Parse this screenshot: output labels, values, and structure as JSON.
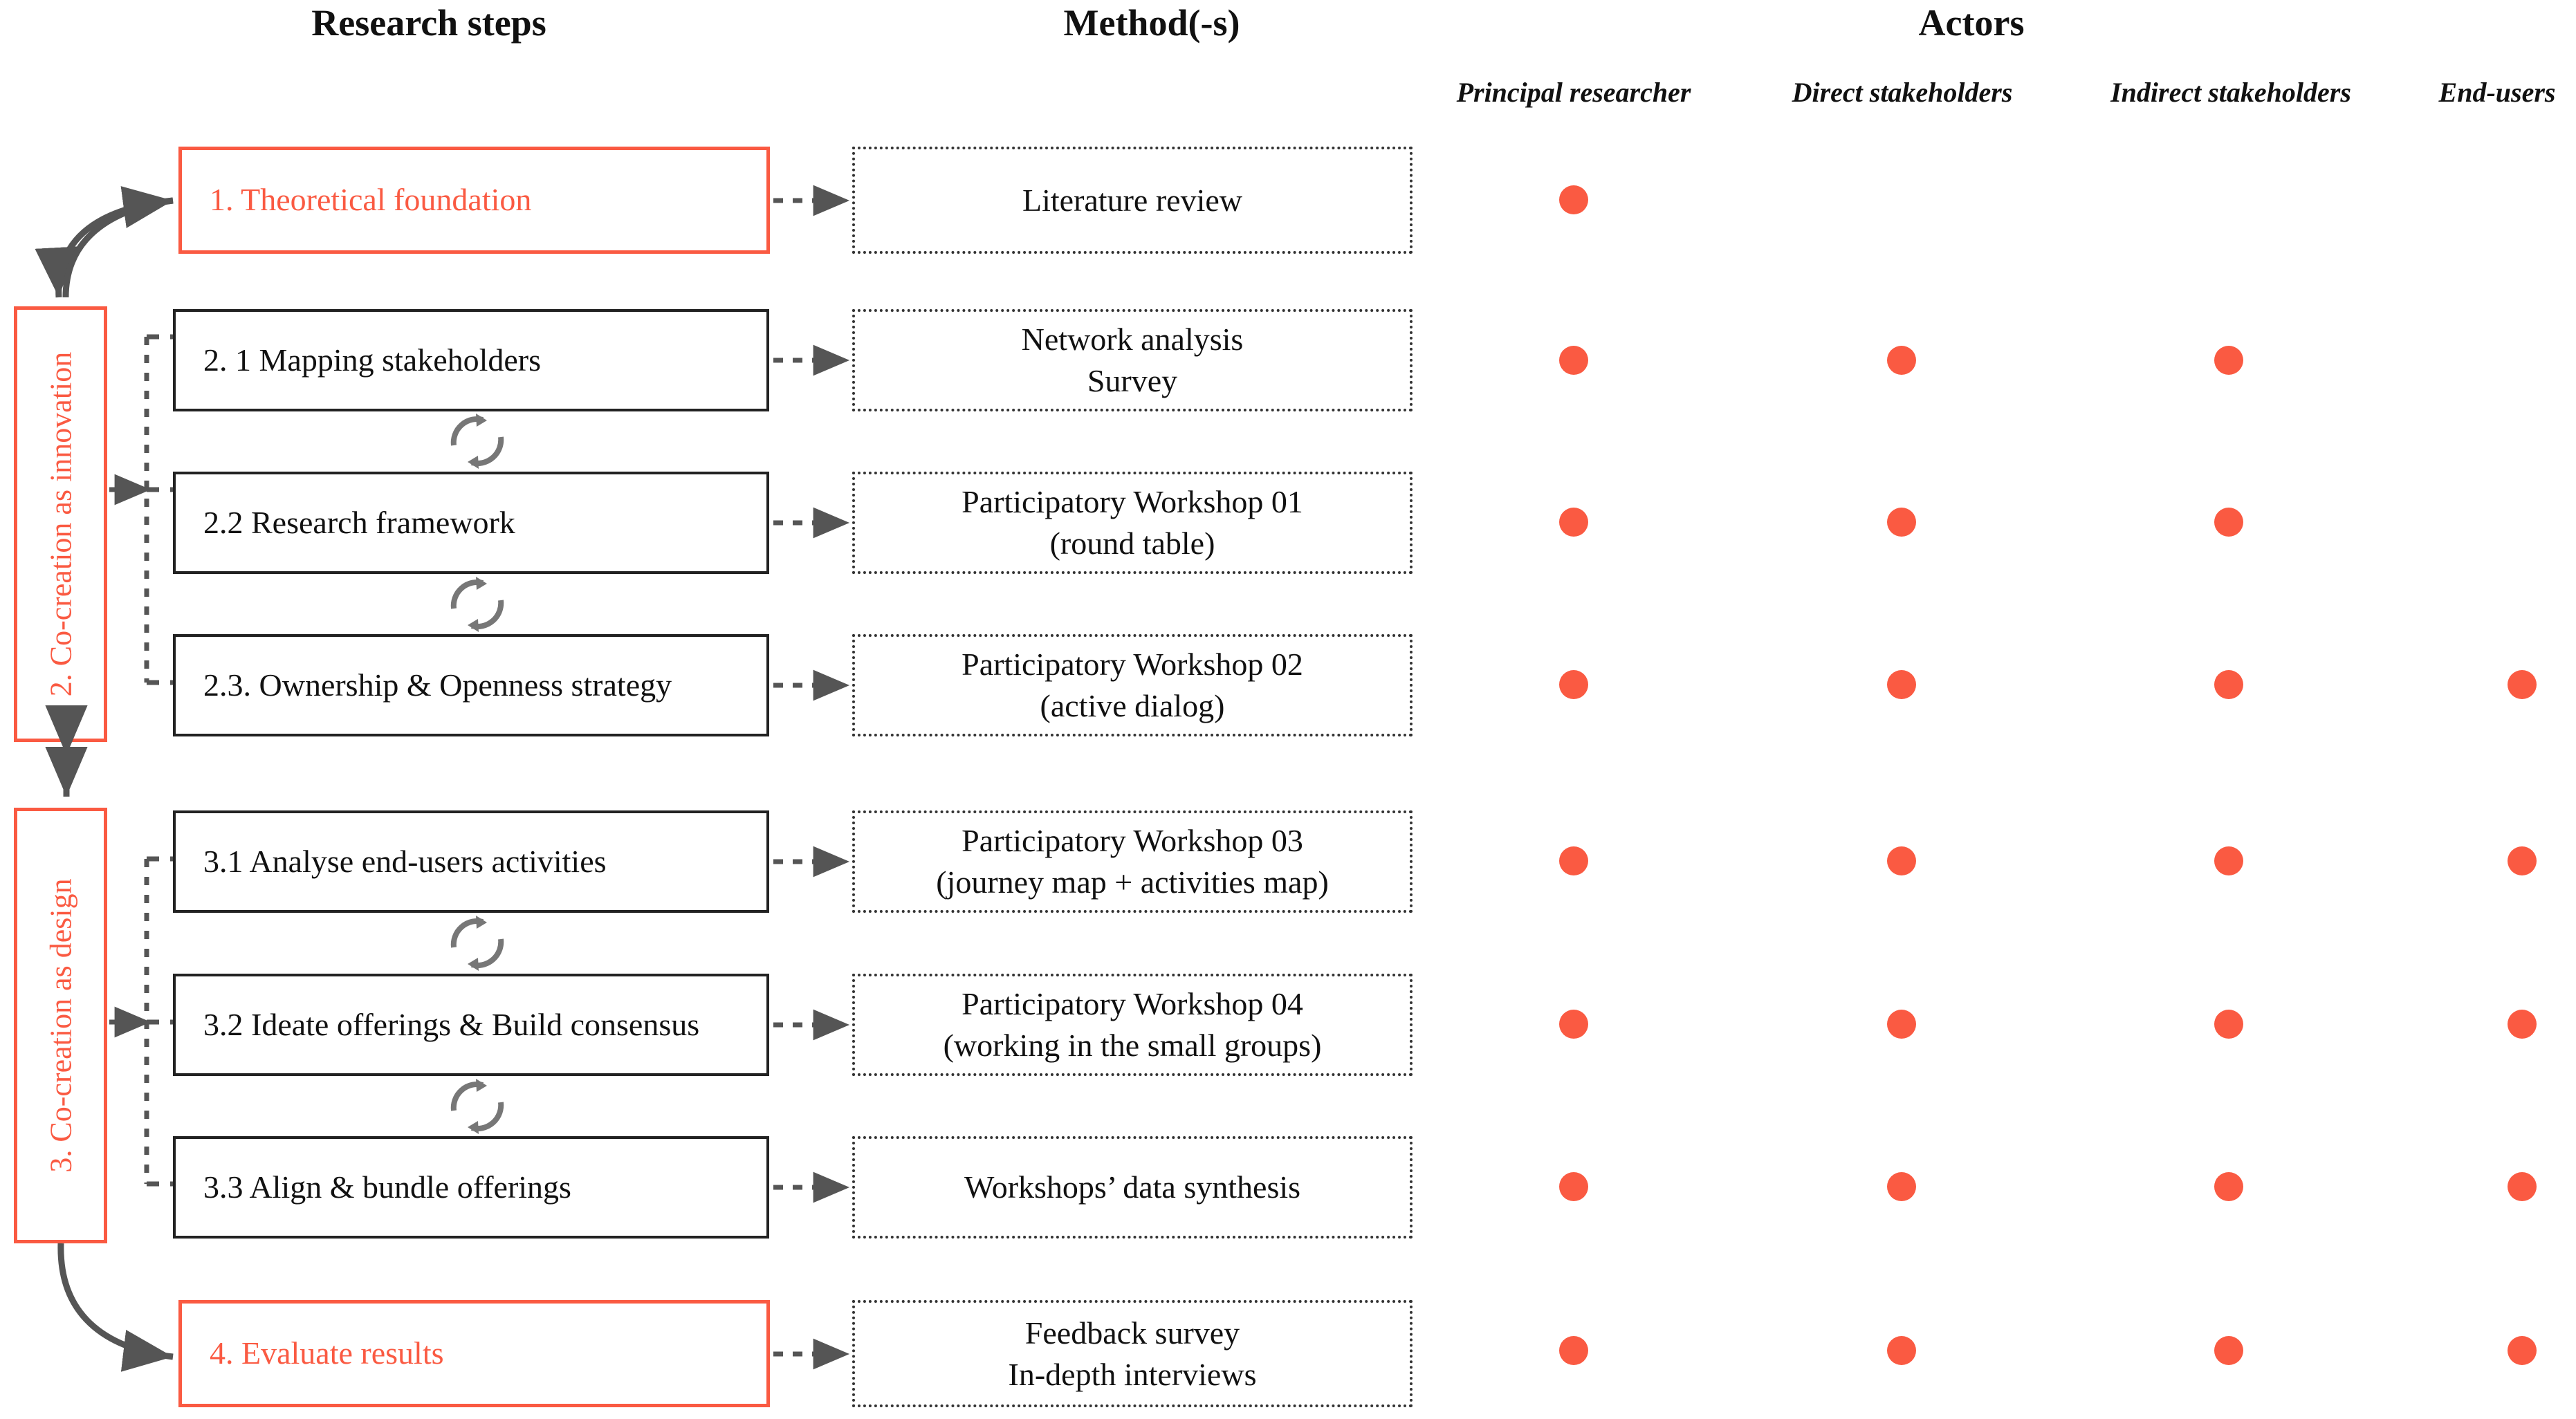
{
  "columns": {
    "research_steps": "Research steps",
    "methods": "Method(-s)",
    "actors": "Actors"
  },
  "actor_headers": [
    "Principal researcher",
    "Direct stakeholders",
    "Indirect stakeholders",
    "End-users"
  ],
  "colors": {
    "accent": "#FA5A42",
    "box_border": "#222222",
    "text": "#111111",
    "connector": "#555555"
  },
  "phases": [
    {
      "id": "phase-2",
      "label": "2. Co-creation as innovation"
    },
    {
      "id": "phase-3",
      "label": "3. Co-creation as design"
    }
  ],
  "rows": [
    {
      "step": "1. Theoretical foundation",
      "step_style": "red",
      "method": [
        "Literature review"
      ],
      "actors": [
        true,
        false,
        false,
        false
      ]
    },
    {
      "step": "2. 1 Mapping stakeholders",
      "step_style": "black",
      "method": [
        "Network analysis",
        "Survey"
      ],
      "actors": [
        true,
        true,
        true,
        false
      ]
    },
    {
      "step": "2.2  Research framework",
      "step_style": "black",
      "method": [
        "Participatory Workshop 01",
        "(round table)"
      ],
      "actors": [
        true,
        true,
        true,
        false
      ]
    },
    {
      "step": "2.3. Ownership & Openness strategy",
      "step_style": "black",
      "method": [
        "Participatory Workshop 02",
        "(active dialog)"
      ],
      "actors": [
        true,
        true,
        true,
        true
      ]
    },
    {
      "step": "3.1 Analyse end-users activities",
      "step_style": "black",
      "method": [
        "Participatory Workshop 03",
        "(journey map + activities map)"
      ],
      "actors": [
        true,
        true,
        true,
        true
      ]
    },
    {
      "step": "3.2 Ideate offerings & Build consensus",
      "step_style": "black",
      "method": [
        "Participatory Workshop 04",
        "(working in the small groups)"
      ],
      "actors": [
        true,
        true,
        true,
        true
      ]
    },
    {
      "step": "3.3 Align & bundle offerings",
      "step_style": "black",
      "method": [
        "Workshops’ data synthesis"
      ],
      "actors": [
        true,
        true,
        true,
        true
      ]
    },
    {
      "step": "4. Evaluate results",
      "step_style": "red",
      "method": [
        "Feedback survey",
        "In-depth interviews"
      ],
      "actors": [
        true,
        true,
        true,
        true
      ]
    }
  ],
  "iteration_icons": [
    {
      "id": "iter-21-22"
    },
    {
      "id": "iter-22-23"
    },
    {
      "id": "iter-31-32"
    },
    {
      "id": "iter-32-33"
    }
  ]
}
